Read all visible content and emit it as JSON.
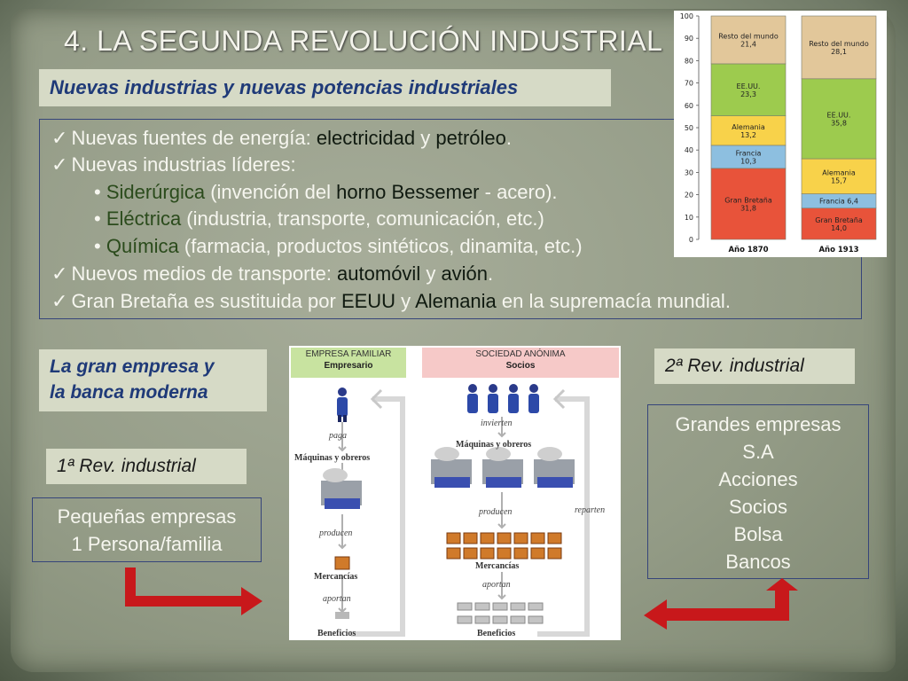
{
  "title": "4.  LA SEGUNDA REVOLUCIÓN INDUSTRIAL",
  "subtitle": "Nuevas industrias y nuevas potencias industriales",
  "bullets": {
    "l1_a": "Nuevas fuentes de energía: ",
    "l1_b": "electricidad",
    "l1_c": " y ",
    "l1_d": "petróleo",
    "l1_e": ".",
    "l2": "Nuevas industrias líderes:",
    "l3_a": "Siderúrgica",
    "l3_b": " (invención del ",
    "l3_c": "horno Bessemer",
    "l3_d": " - acero).",
    "l4_a": "Eléctrica",
    "l4_b": " (industria, transporte, comunicación, etc.)",
    "l5_a": "Química",
    "l5_b": " (farmacia, productos sintéticos, dinamita, etc.)",
    "l6_a": "Nuevos medios de transporte: ",
    "l6_b": "automóvil",
    "l6_c": " y ",
    "l6_d": "avión",
    "l6_e": ".",
    "l7_a": "Gran Bretaña es sustituida por ",
    "l7_b": "EEUU",
    "l7_c": " y ",
    "l7_d": "Alemania",
    "l7_e": " en la supremacía mundial."
  },
  "labels": {
    "gran_empresa_1": "La gran empresa y",
    "gran_empresa_2": "la banca moderna",
    "rev1": "1ª Rev. industrial",
    "rev2": "2ª Rev. industrial"
  },
  "small_business": [
    "Pequeñas empresas",
    "1 Persona/familia"
  ],
  "big_business": [
    "Grandes empresas",
    "S.A",
    "Acciones",
    "Socios",
    "Bolsa",
    "Bancos"
  ],
  "diagram": {
    "left_header_1": "EMPRESA FAMILIAR",
    "left_header_2": "Empresario",
    "right_header_1": "SOCIEDAD ANÓNIMA",
    "right_header_2": "Socios",
    "paga": "paga",
    "maquinas_left": "Máquinas y obreros",
    "producen_left": "producen",
    "mercancias_left": "Mercancías",
    "aportan_left": "aportan",
    "beneficios_left": "Beneficios",
    "invierten": "invierten",
    "maquinas_right": "Máquinas y obreros",
    "producen_right": "producen",
    "mercancias_right": "Mercancías",
    "aportan_right": "aportan",
    "beneficios_right": "Beneficios",
    "reparten": "reparten"
  },
  "colors": {
    "gb": "#e8533a",
    "fr": "#8dbfe0",
    "de": "#f8d24a",
    "us": "#9dcb4e",
    "rw": "#e2c79a",
    "arrow": "#c8181b"
  },
  "chart_data": {
    "type": "bar",
    "stacked": true,
    "categories": [
      "Año 1870",
      "Año 1913"
    ],
    "ylim": [
      0,
      100
    ],
    "yticks": [
      "0",
      "10",
      "20",
      "30",
      "40",
      "50",
      "60",
      "70",
      "80",
      "90",
      "100"
    ],
    "series": [
      {
        "name": "Gran Bretaña",
        "values": [
          31.8,
          14.0
        ],
        "labels": [
          "Gran Bretaña\n31,8",
          "Gran Bretaña\n14,0"
        ]
      },
      {
        "name": "Francia",
        "values": [
          10.3,
          6.4
        ],
        "labels": [
          "Francia\n10,3",
          "Francia 6,4"
        ]
      },
      {
        "name": "Alemania",
        "values": [
          13.2,
          15.7
        ],
        "labels": [
          "Alemania\n13,2",
          "Alemania\n15,7"
        ]
      },
      {
        "name": "EE.UU.",
        "values": [
          23.3,
          35.8
        ],
        "labels": [
          "EE.UU.\n23,3",
          "EE.UU.\n35,8"
        ]
      },
      {
        "name": "Resto del mundo",
        "values": [
          21.4,
          28.1
        ],
        "labels": [
          "Resto del mundo\n21,4",
          "Resto del mundo\n28,1"
        ]
      }
    ]
  }
}
